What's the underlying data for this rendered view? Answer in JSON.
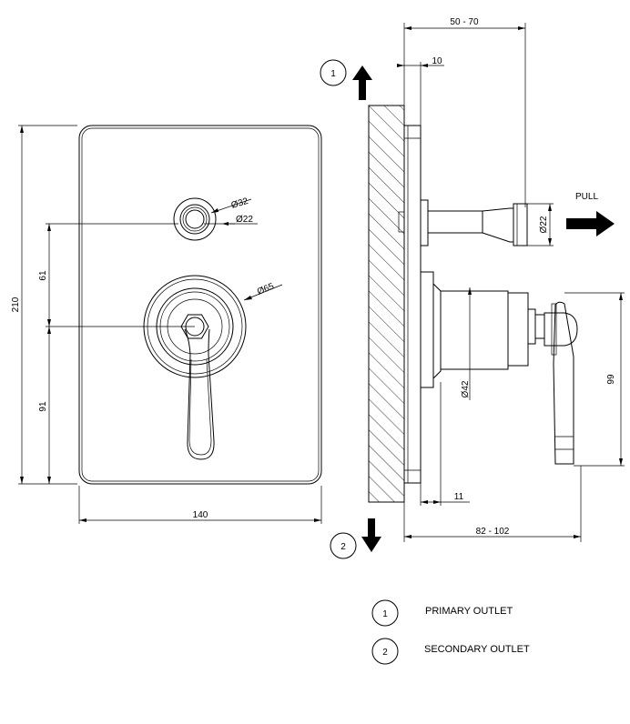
{
  "dimensions": {
    "front_height": "210",
    "front_width": "140",
    "upper_offset": "61",
    "lower_offset": "91",
    "outlet_outer_diameter": "32",
    "outlet_inner_diameter": "22",
    "cartridge_diameter": "65",
    "side_depth_range": "50 - 70",
    "plate_thickness": "10",
    "pull_knob_diameter": "22",
    "body_diameter": "42",
    "lever_height": "99",
    "base_offset": "11",
    "total_depth_range": "82 - 102"
  },
  "diameter_symbol": "Ø",
  "pull_label": "PULL",
  "markers": {
    "one": "1",
    "two": "2"
  },
  "legend": [
    {
      "number": "1",
      "label": "PRIMARY OUTLET"
    },
    {
      "number": "2",
      "label": "SECONDARY OUTLET"
    }
  ]
}
